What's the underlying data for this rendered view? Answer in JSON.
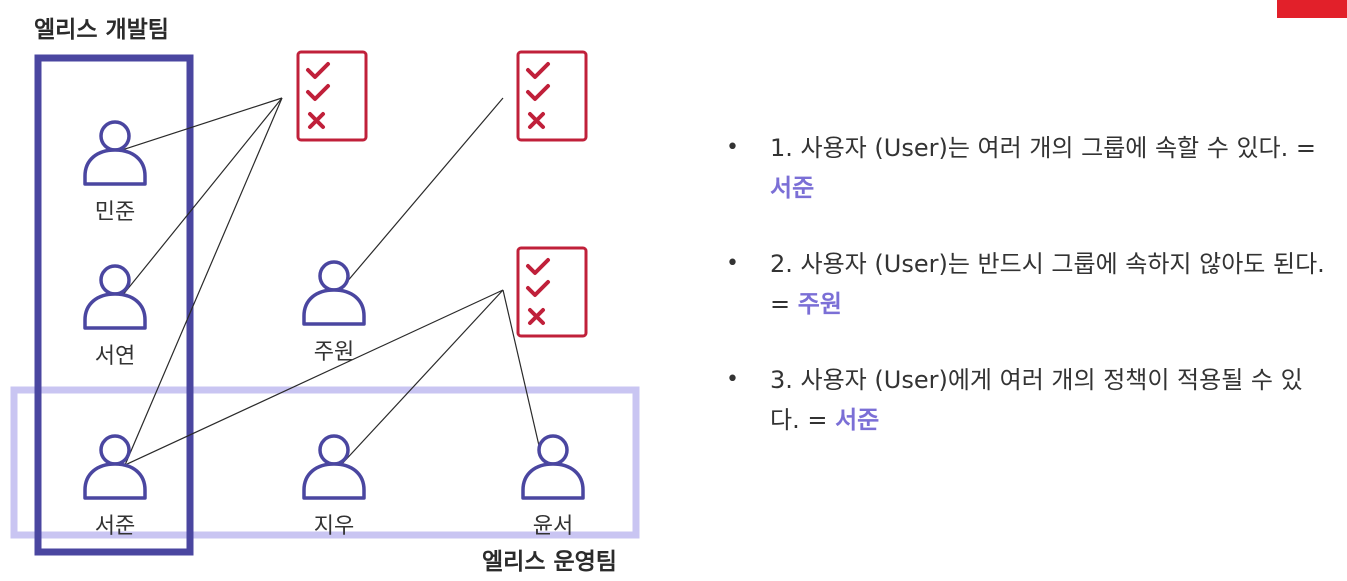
{
  "teams": {
    "dev": {
      "label": "엘리스 개발팀"
    },
    "ops": {
      "label": "엘리스 운영팀"
    }
  },
  "users": [
    {
      "id": "minjun",
      "name": "민준"
    },
    {
      "id": "seoyeon",
      "name": "서연"
    },
    {
      "id": "juwon",
      "name": "주원"
    },
    {
      "id": "seojun",
      "name": "서준"
    },
    {
      "id": "jiwoo",
      "name": "지우"
    },
    {
      "id": "yunseo",
      "name": "윤서"
    }
  ],
  "policies": [
    {
      "id": "policy-1",
      "items": [
        "check",
        "check",
        "x"
      ]
    },
    {
      "id": "policy-2",
      "items": [
        "check",
        "check",
        "x"
      ]
    },
    {
      "id": "policy-3",
      "items": [
        "check",
        "check",
        "x"
      ]
    }
  ],
  "links": [
    [
      "policy-1",
      "minjun"
    ],
    [
      "policy-1",
      "seoyeon"
    ],
    [
      "policy-1",
      "seojun"
    ],
    [
      "policy-2",
      "juwon"
    ],
    [
      "policy-3",
      "seojun"
    ],
    [
      "policy-3",
      "jiwoo"
    ],
    [
      "policy-3",
      "yunseo"
    ]
  ],
  "bullets": [
    {
      "text": "1. 사용자 (User)는 여러 개의 그룹에 속할 수 있다. = ",
      "highlight": "서준"
    },
    {
      "text": "2. 사용자 (User)는 반드시 그룹에 속하지 않아도 된다. = ",
      "highlight": "주원"
    },
    {
      "text": "3. 사용자 (User)에게 여러 개의 정책이 적용될 수 있다.  = ",
      "highlight": "서준"
    }
  ],
  "colors": {
    "dev_team": "#4a46a0",
    "ops_team": "#c9c5f2",
    "user_icon": "#4a46a0",
    "policy": "#c0203a",
    "highlight": "#7b6fd6",
    "accent": "#e2202a"
  }
}
